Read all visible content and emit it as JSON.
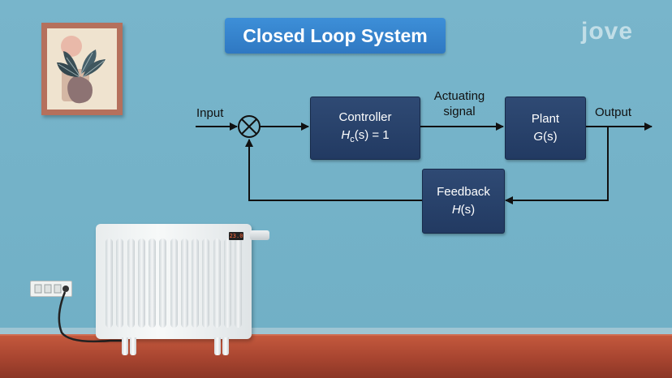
{
  "title": "Closed Loop System",
  "logo": "jove",
  "diagram": {
    "input_label": "Input",
    "output_label": "Output",
    "actuating_label_line1": "Actuating",
    "actuating_label_line2": "signal",
    "controller": {
      "name": "Controller",
      "fn_symbol": "H",
      "fn_sub": "c",
      "fn_arg": "(s) = 1"
    },
    "plant": {
      "name": "Plant",
      "fn_symbol": "G",
      "fn_arg": "(s)"
    },
    "feedback": {
      "name": "Feedback",
      "fn_symbol": "H",
      "fn_arg": "(s)"
    }
  },
  "radiator": {
    "display_value": "23.0"
  },
  "colors": {
    "title_bg": "#3786d0",
    "block_bg": "#2a4470",
    "wall": "#74b3c9",
    "floor": "#b04a33"
  }
}
